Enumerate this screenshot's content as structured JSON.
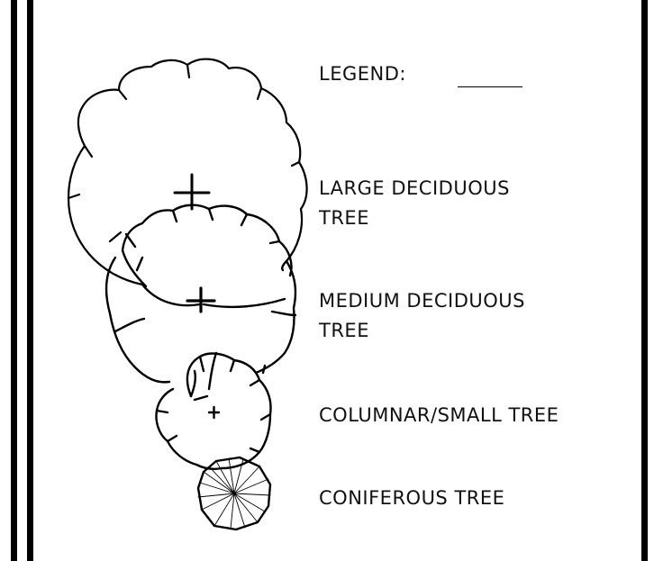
{
  "legend": {
    "title": "LEGEND:",
    "items": [
      {
        "line1": "LARGE DECIDUOUS",
        "line2": "TREE"
      },
      {
        "line1": "MEDIUM DECIDUOUS",
        "line2": "TREE"
      },
      {
        "line1": "COLUMNAR/SMALL TREE",
        "line2": ""
      },
      {
        "line1": "CONIFEROUS TREE",
        "line2": ""
      }
    ]
  },
  "symbols": [
    "large-deciduous-tree-symbol",
    "medium-deciduous-tree-symbol",
    "columnar-small-tree-symbol",
    "coniferous-tree-symbol"
  ],
  "colors": {
    "ink": "#000000",
    "background": "#ffffff"
  }
}
